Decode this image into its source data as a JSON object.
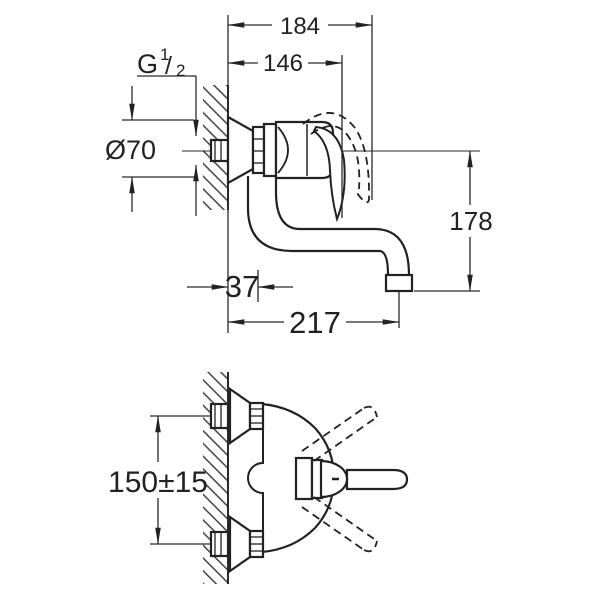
{
  "drawing": {
    "background": "#ffffff",
    "stroke_color": "#222222",
    "dim_stroke_color": "#2a2a2a",
    "labels": {
      "depth_overall": "184",
      "depth_to_handle": "146",
      "escutcheon_diameter": "Ø70",
      "thread_size": {
        "base": "G",
        "numerator": "1",
        "slash": "/",
        "denominator": "2"
      },
      "axis_to_outlet_height": "178",
      "wall_to_spout_axis": "37",
      "spout_reach": "217",
      "connection_spacing": "150±15"
    }
  }
}
